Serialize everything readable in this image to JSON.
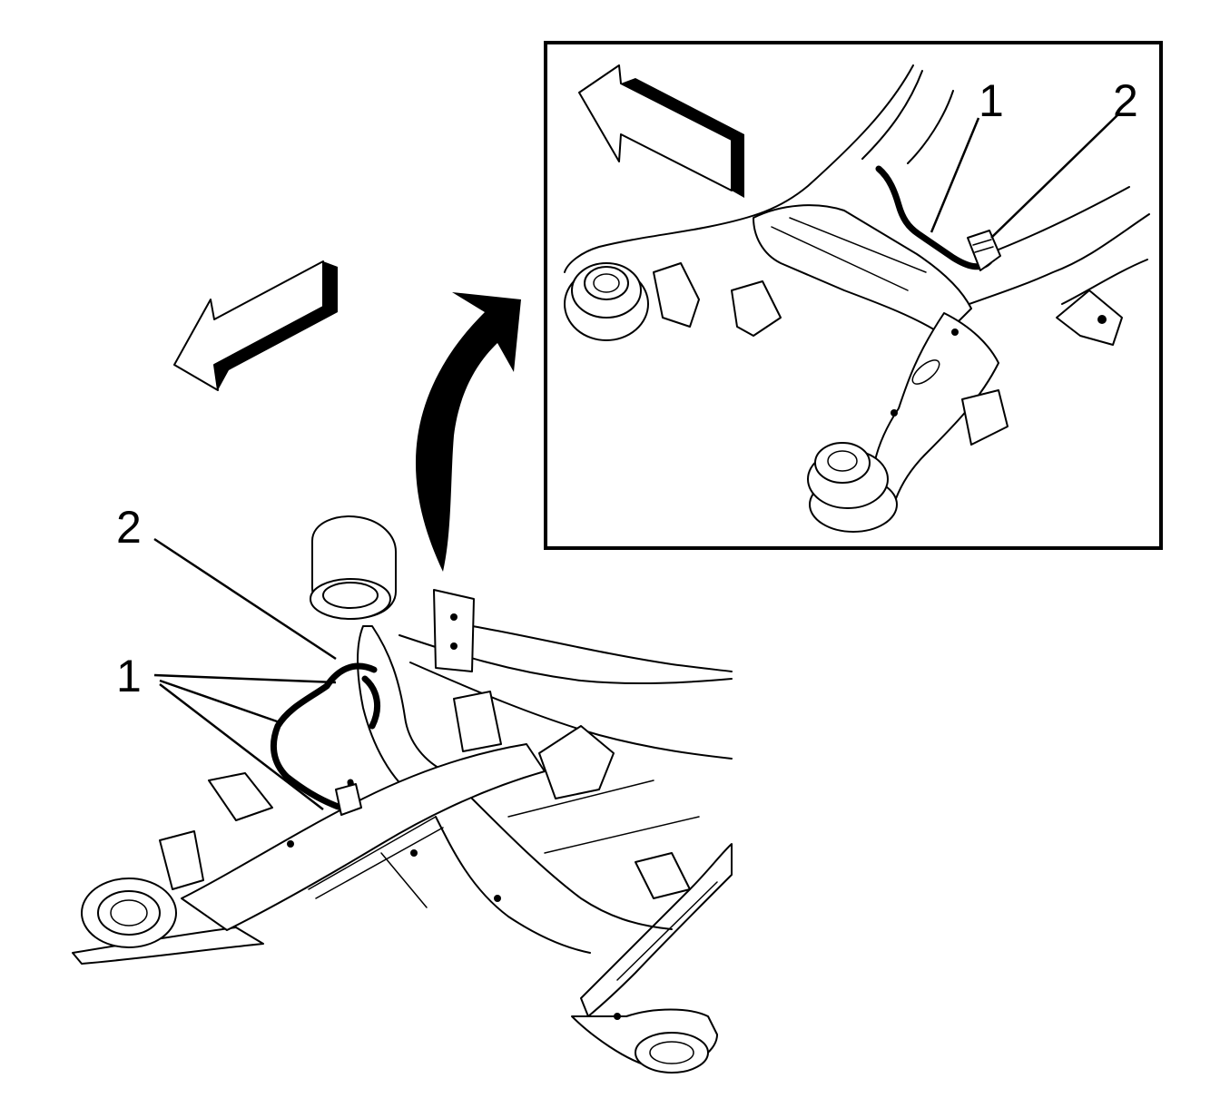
{
  "figure": {
    "main_view": {
      "callouts": [
        {
          "id": "main-callout-2",
          "label": "2"
        },
        {
          "id": "main-callout-1",
          "label": "1"
        }
      ]
    },
    "detail_view": {
      "callouts": [
        {
          "id": "detail-callout-1",
          "label": "1"
        },
        {
          "id": "detail-callout-2",
          "label": "2"
        }
      ]
    },
    "icons": {
      "main_direction": "direction-arrow-icon",
      "detail_direction": "direction-arrow-icon",
      "zoom": "curved-zoom-arrow-icon"
    },
    "colors": {
      "line": "#000000",
      "background": "#ffffff"
    }
  }
}
